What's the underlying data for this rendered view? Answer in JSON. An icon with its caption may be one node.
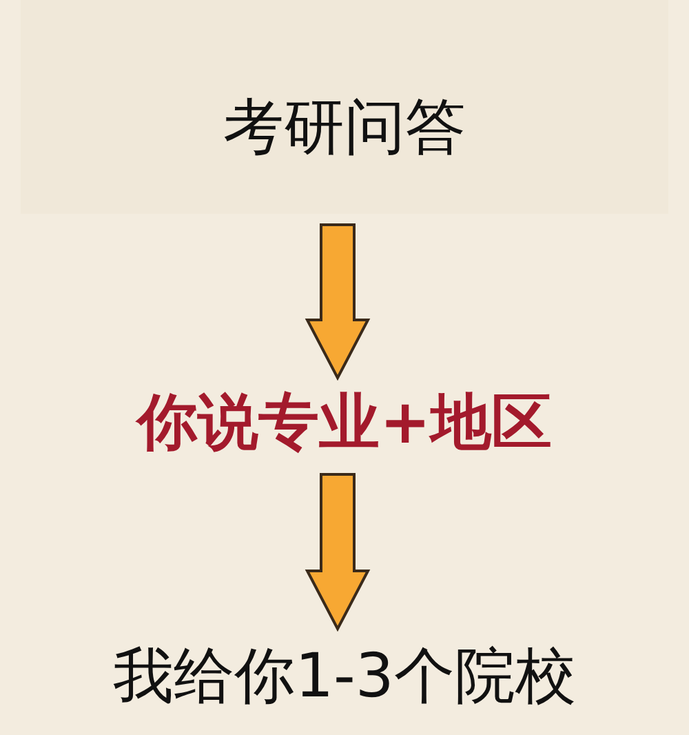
{
  "diagram": {
    "nodes": [
      {
        "text": [
          "考研问答"
        ]
      },
      {
        "text": [
          "你说专业+地区"
        ]
      },
      {
        "text": [
          "我给你1-3个院校"
        ]
      }
    ],
    "edges": [
      {
        "from": 0,
        "to": 1,
        "arrow": "to"
      },
      {
        "from": 1,
        "to": 2,
        "arrow": "to"
      }
    ]
  }
}
